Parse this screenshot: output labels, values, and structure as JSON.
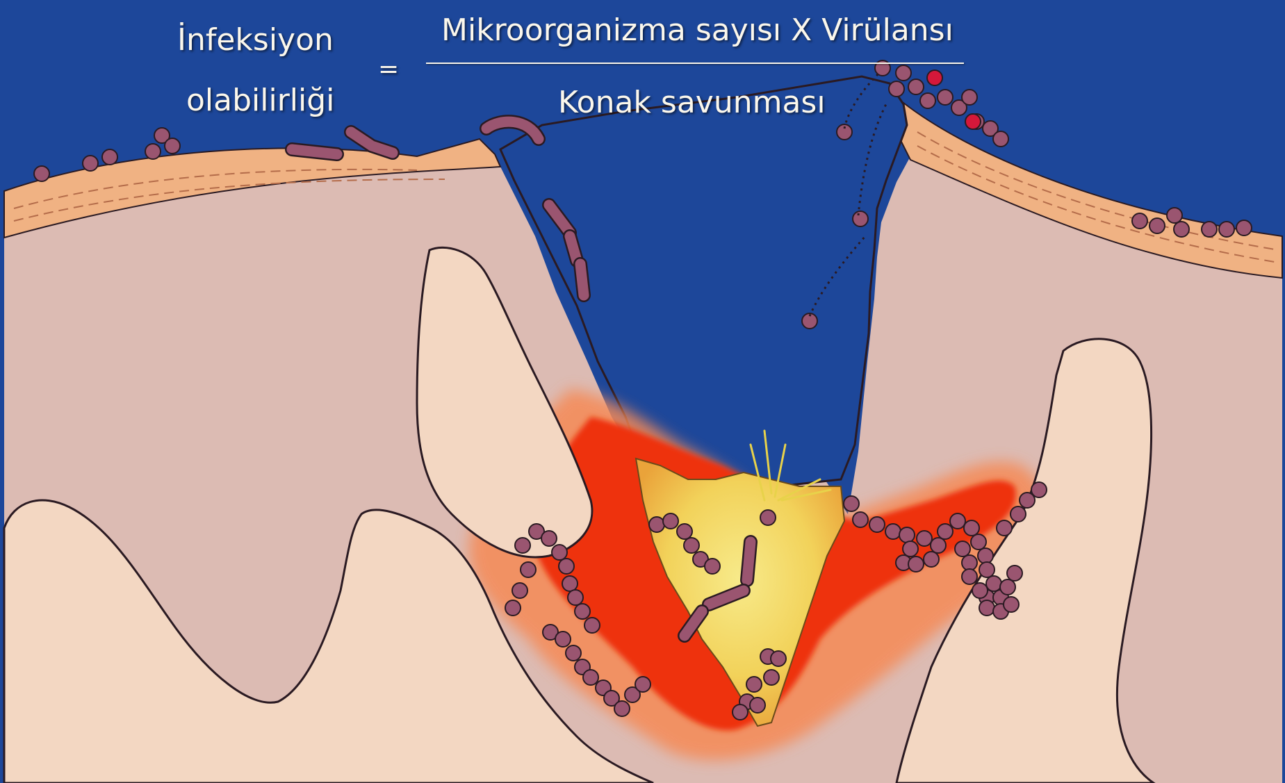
{
  "formula": {
    "lhs_line1": "İnfeksiyon",
    "lhs_line2": "olabilirliği",
    "equals": "=",
    "numerator": "Mikroorganizma sayısı X Virülansı",
    "denominator": "Konak savunması"
  },
  "colors": {
    "environment": "#1d479a",
    "skin_surface": "#f0b283",
    "dermis": "#dcbbb3",
    "tissue_lobe": "#f3d7c2",
    "inflammation": "#ee3311",
    "necrotic_core": "#f2e06a",
    "bacteria": "#9a5570",
    "bacteria_red": "#d4183a",
    "outline": "#2a1a22"
  }
}
